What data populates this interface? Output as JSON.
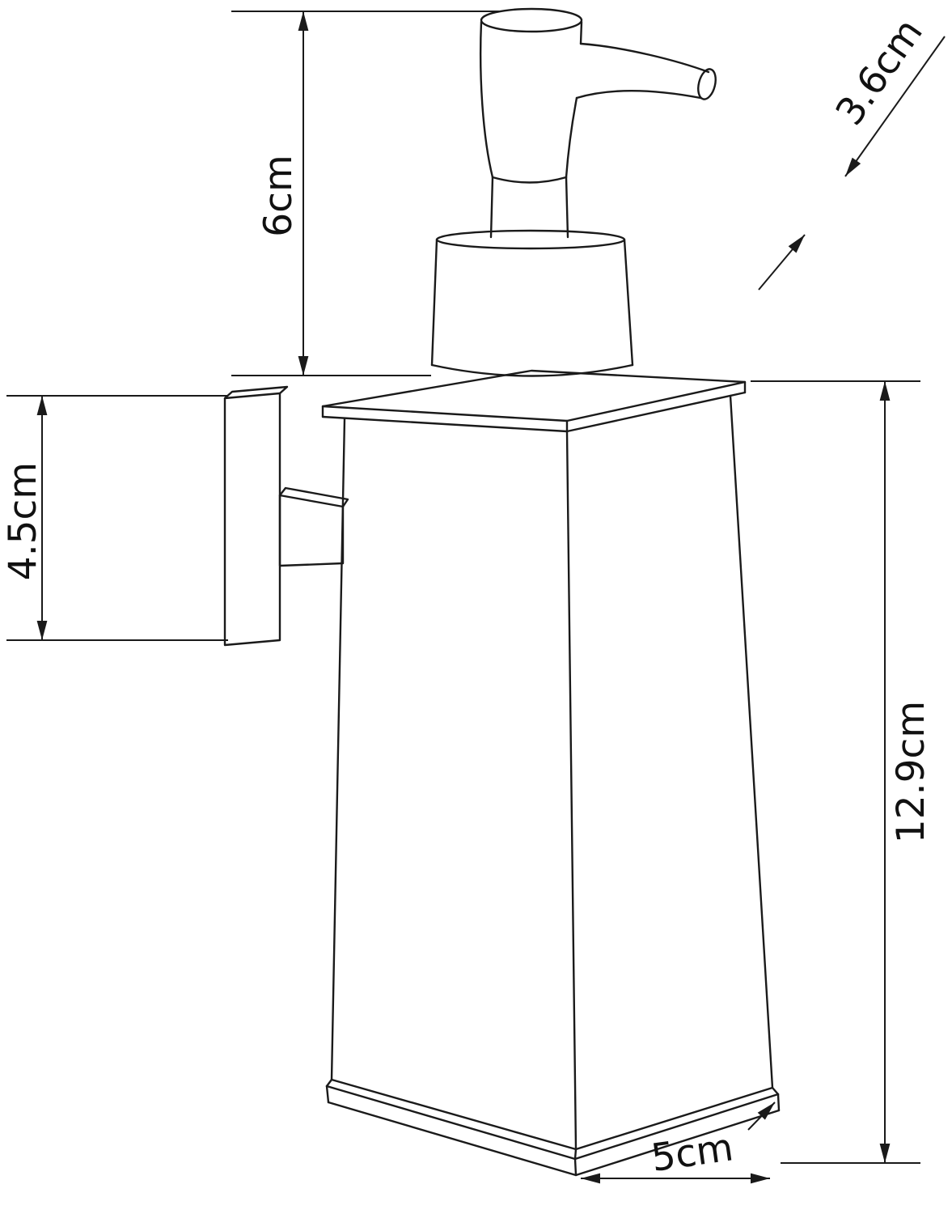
{
  "diagram": {
    "type": "technical dimension drawing",
    "subject": "wall-mounted square soap dispenser with pump",
    "stroke_color": "#1a1a1a",
    "background_color": "#ffffff",
    "labels": {
      "pump_height": "6cm",
      "spout_length": "3.6cm",
      "bracket_height": "4.5cm",
      "body_height": "12.9cm",
      "base_width": "5cm"
    }
  }
}
